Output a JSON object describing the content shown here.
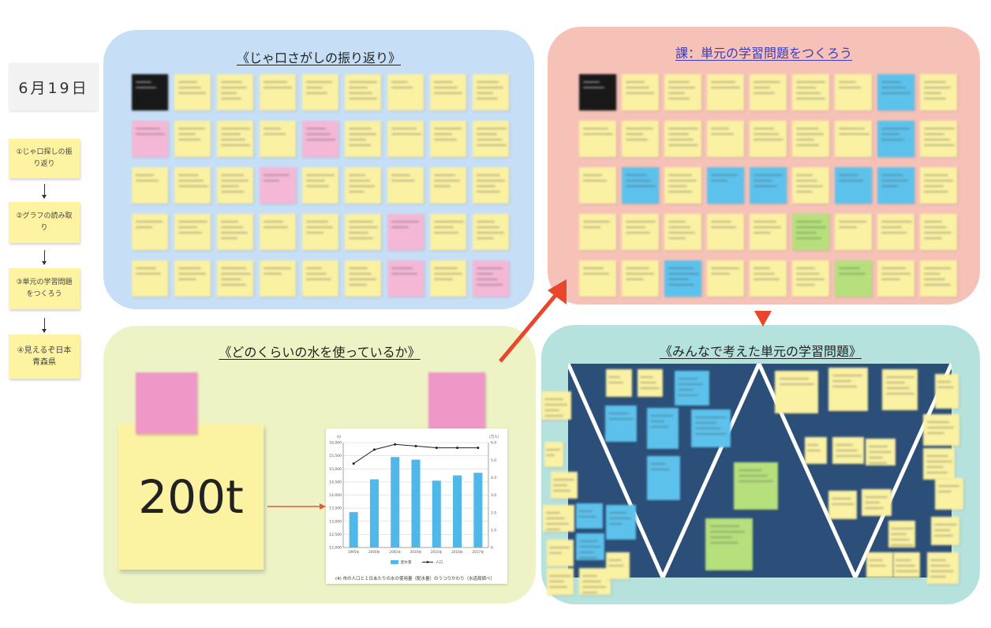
{
  "date": "6月19日",
  "flow_steps": [
    {
      "label": "①じゃ口探しの振り返り"
    },
    {
      "label": "②グラフの読み取り"
    },
    {
      "label": "③単元の学習問題\nをつくろう"
    },
    {
      "label": "④見えるぞ日本\n青森県"
    }
  ],
  "panels": {
    "reflection": {
      "title": "《じゃ口さがしの振り返り》"
    },
    "problem": {
      "title": "課：単元の学習問題をつくろう"
    },
    "water": {
      "title": "《どのくらいの水を使っているか》",
      "big_note": "200t"
    },
    "shared": {
      "title": "《みんなで考えた単元の学習問題》"
    }
  },
  "colors": {
    "reflection_bg": "#c6dff7",
    "problem_bg": "#f6c2b8",
    "water_bg": "#edf3c5",
    "shared_bg": "#b6e2de",
    "sticky_yellow": "#fbf1a3",
    "sticky_pink": "#f4b8d6",
    "sticky_blue": "#5cc2ec",
    "sticky_green": "#b6e07c",
    "board": "#2b4f78",
    "arrow_red": "#e8472b",
    "bar": "#4fb8e8"
  },
  "chart_data": {
    "type": "bar",
    "categories": [
      "1995年",
      "2000年",
      "2005年",
      "2010年",
      "2015年",
      "2016年",
      "2017年"
    ],
    "series": [
      {
        "name": "配水量",
        "axis": "left",
        "values": [
          13350,
          14600,
          15450,
          15350,
          14550,
          14750,
          14850
        ]
      },
      {
        "name": "人口",
        "axis": "right",
        "type": "line",
        "values": [
          4.8,
          5.6,
          5.9,
          5.8,
          5.7,
          5.7,
          5.7
        ]
      }
    ],
    "ylim": [
      12000,
      16000
    ],
    "y2lim": [
      0,
      6.0
    ],
    "yticks": [
      "12,000",
      "12,500",
      "13,000",
      "13,500",
      "14,000",
      "14,500",
      "15,000",
      "15,500",
      "16,000"
    ],
    "y2ticks": [
      "0",
      "1.0",
      "2.0",
      "3.0",
      "4.0",
      "5.0",
      "6.0"
    ],
    "ylabel_unit": "(t)",
    "y2label_unit": "(万人)",
    "caption": "(4) 市の人口と１日あたりの水の使用量（配水量）のうつりかわり（水道局調べ）"
  }
}
